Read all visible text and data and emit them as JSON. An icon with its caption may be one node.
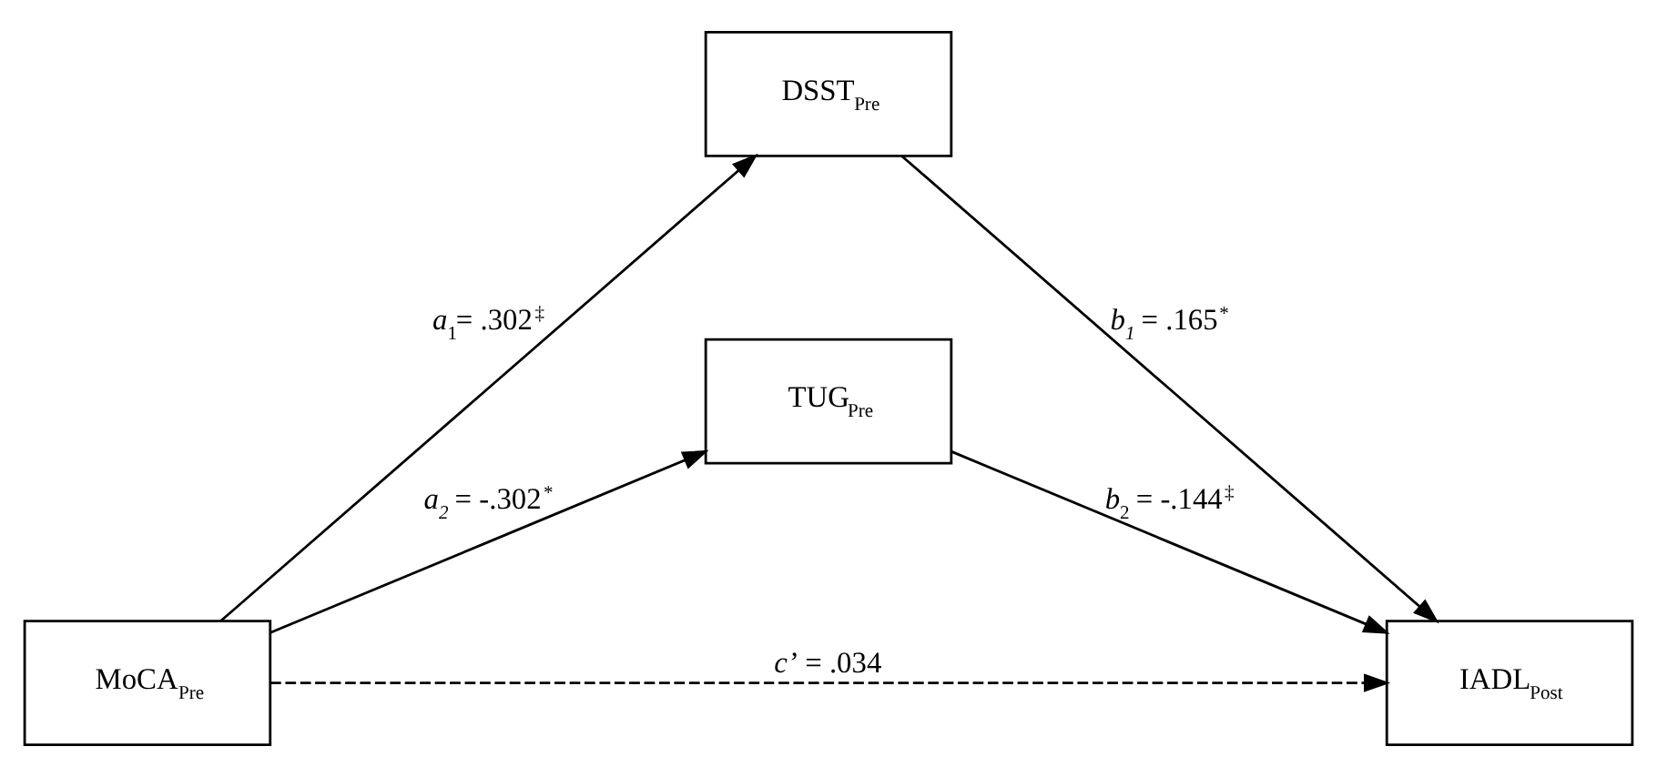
{
  "diagram": {
    "nodes": [
      {
        "text": [
          "MoCA$_{Pre}$"
        ]
      },
      {
        "text": [
          "DSST$_{Pre}$"
        ]
      },
      {
        "text": [
          "TUG$_{Pre}$"
        ]
      },
      {
        "text": [
          "IADL$_{Post}$"
        ]
      }
    ],
    "edges": [
      {
        "from": 0,
        "to": 1,
        "arrow": "to",
        "label": "*a*$_{1}$= .302$^{‡}$"
      },
      {
        "from": 0,
        "to": 2,
        "arrow": "to",
        "label": "*a$_{2}$* = -.302$^{*}$"
      },
      {
        "from": 1,
        "to": 3,
        "arrow": "to",
        "label": "*b$_{1}$* = .165$^{*}$"
      },
      {
        "from": 2,
        "to": 3,
        "arrow": "to",
        "label": "*b*$_{2}$ = -.144$^{‡}$"
      },
      {
        "from": 0,
        "to": 3,
        "arrow": "to",
        "label": "*c’* = .034",
        "style": "dashed"
      }
    ]
  }
}
